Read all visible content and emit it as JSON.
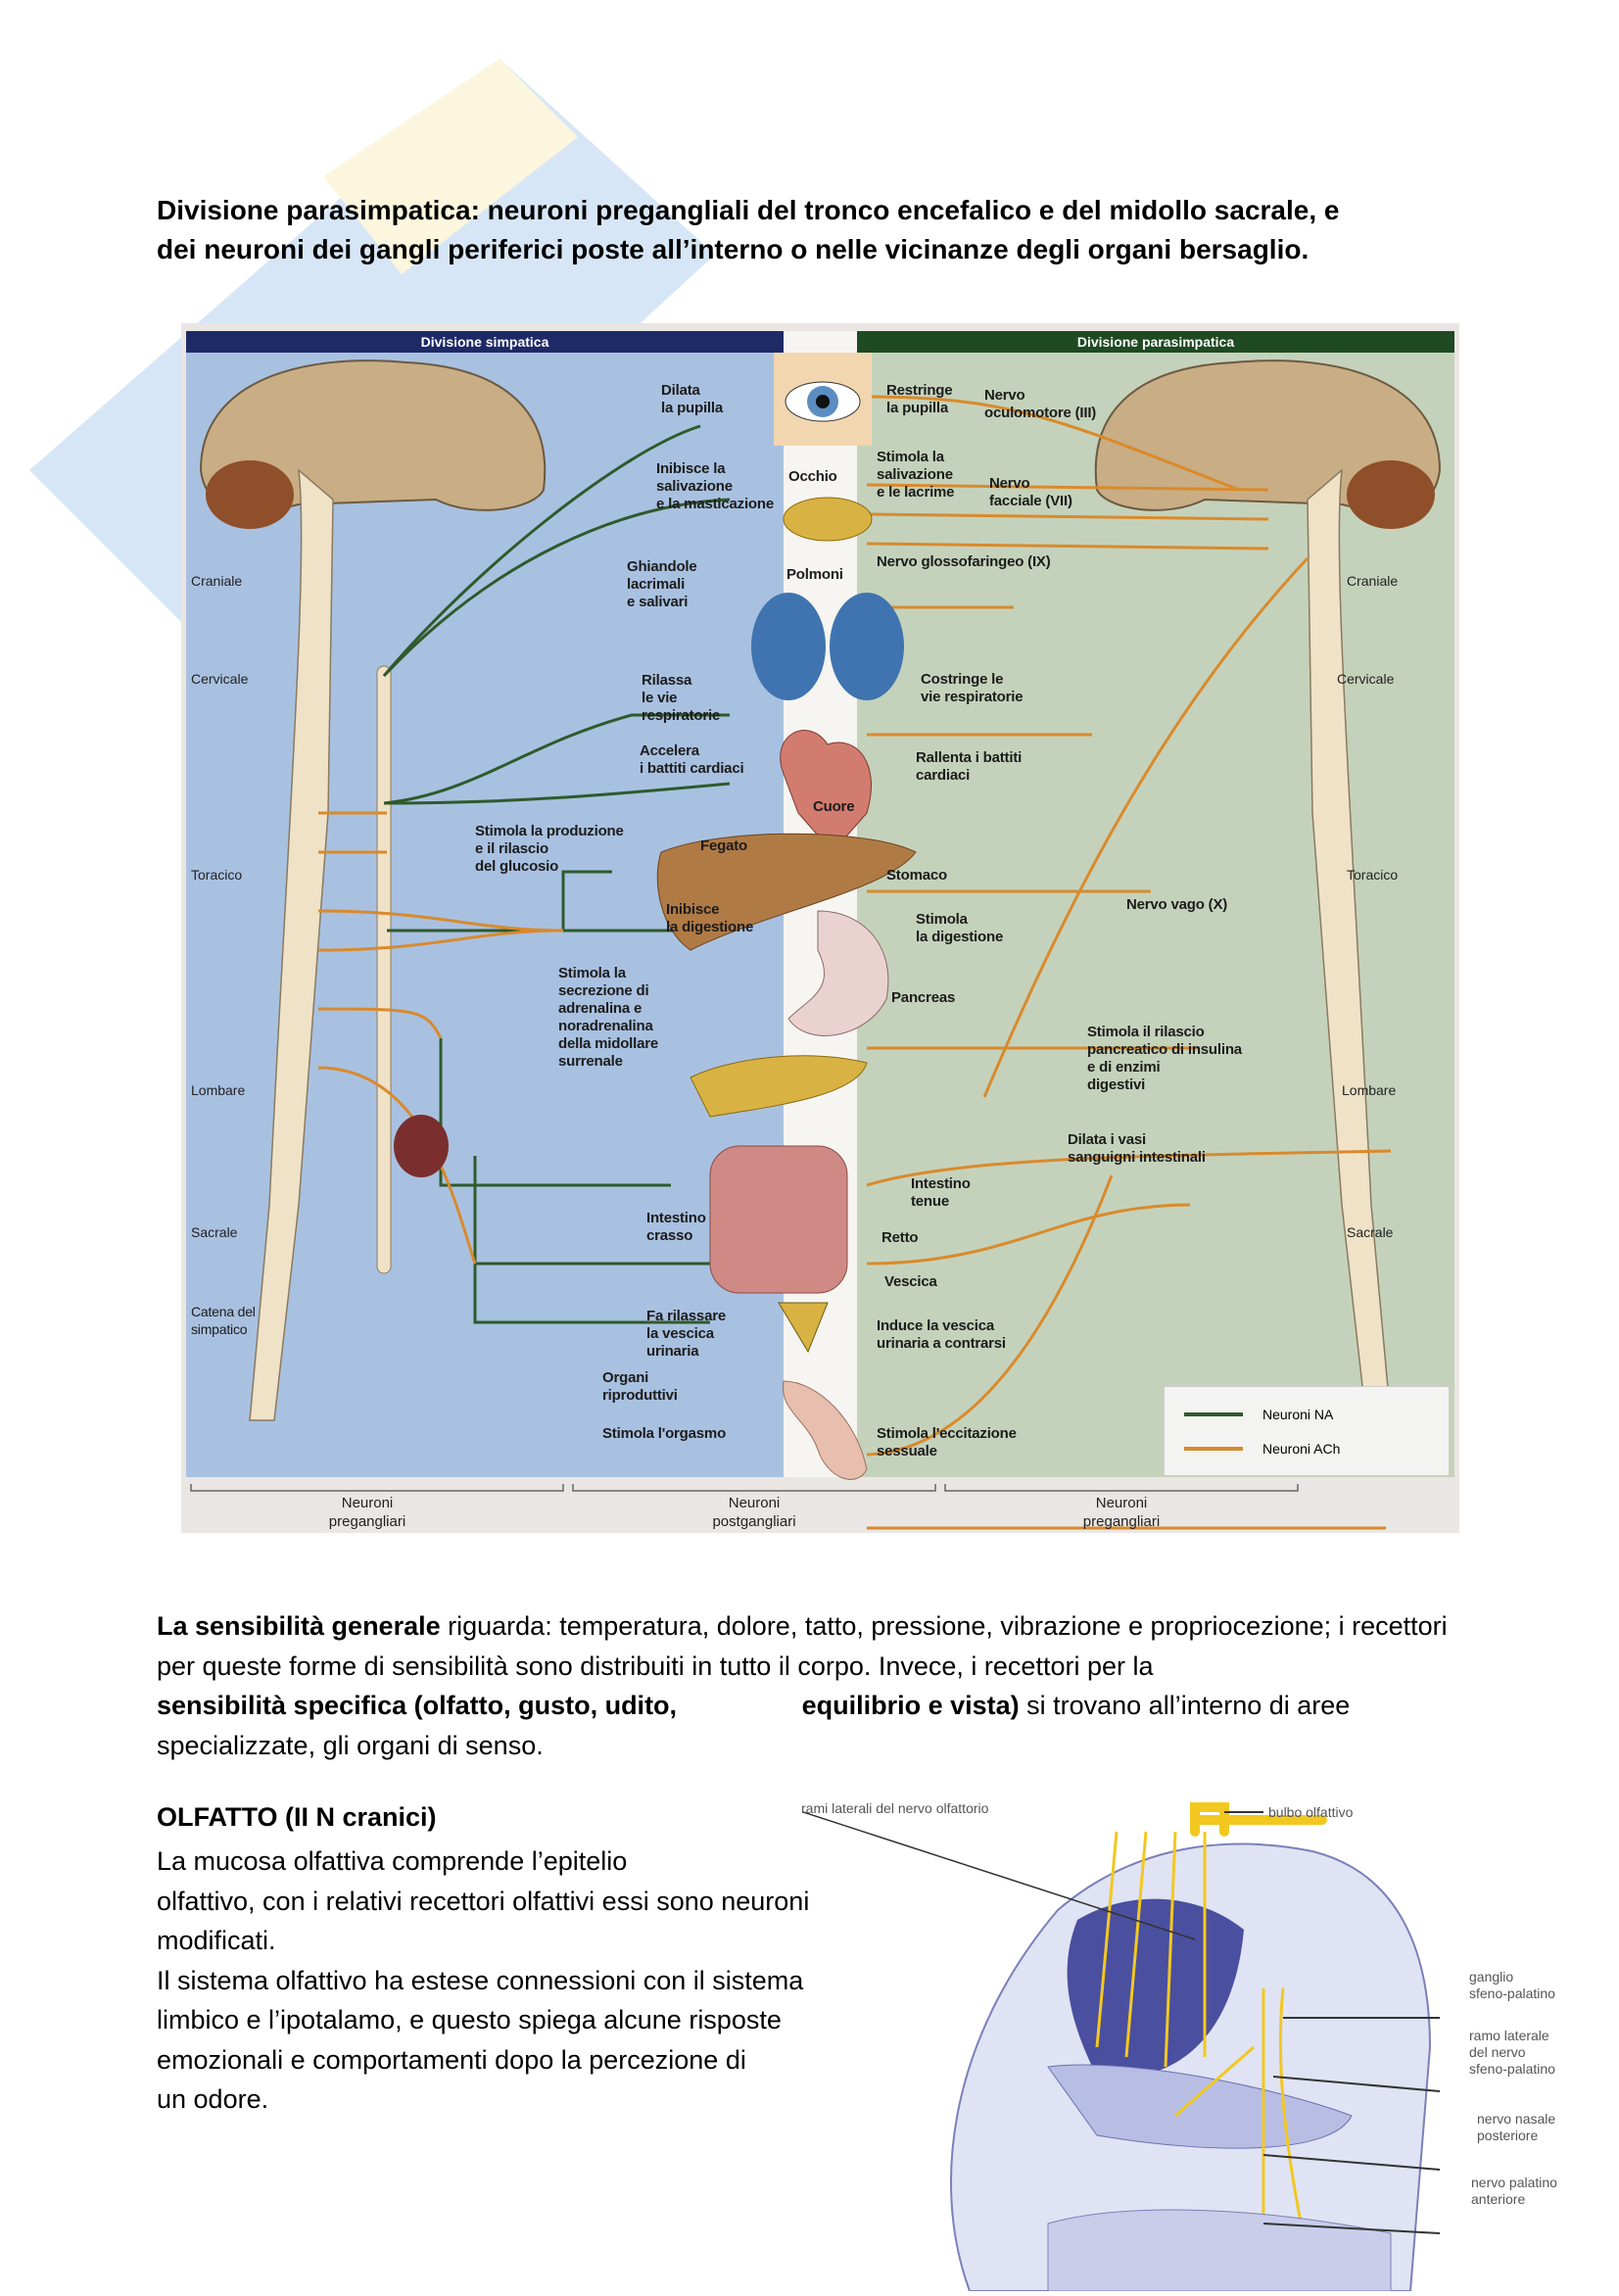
{
  "heading": {
    "line1": "Divisione parasimpatica: neuroni pregangliali del tronco encefalico e del midollo sacrale, e",
    "line2": "dei neuroni dei gangli periferici poste all’interno o nelle vicinanze degli organi bersaglio."
  },
  "diagram": {
    "symp_title": "Divisione simpatica",
    "para_title": "Divisione parasimpatica",
    "regions_left": [
      "Craniale",
      "Cervicale",
      "Toracico",
      "Lombare",
      "Sacrale"
    ],
    "regions_right": [
      "Craniale",
      "Cervicale",
      "Toracico",
      "Lombare",
      "Sacrale"
    ],
    "chain_label": "Catena del\nsimpatico",
    "symp_labels": [
      "Dilata\nla pupilla",
      "Inibisce la\nsalivazione\ne la masticazione",
      "Ghiandole\nlacrimali\ne salivari",
      "Rilassa\nle vie\nrespiratorie",
      "Accelera\ni battiti cardiaci",
      "Stimola la produzione\ne il rilascio\ndel glucosio",
      "Inibisce\nla digestione",
      "Stimola la\nsecrezione di\nadrenalina e\nnoradrenalina\ndella midollare\nsurrenale",
      "Intestino\ncrasso",
      "Fa rilassare\nla vescica\nurinaria",
      "Organi\nriproduttivi",
      "Stimola l'orgasmo"
    ],
    "organ_labels": [
      "Occhio",
      "Polmoni",
      "Cuore",
      "Fegato",
      "Stomaco",
      "Pancreas",
      "Intestino\ntenue",
      "Retto",
      "Vescica"
    ],
    "para_labels": [
      "Restringe\nla pupilla",
      "Nervo\noculomotore (III)",
      "Stimola la\nsalivazione\ne le lacrime",
      "Nervo\nfacciale (VII)",
      "Nervo glossofaringeo (IX)",
      "Costringe le\nvie respiratorie",
      "Rallenta i battiti\ncardiaci",
      "Stimola\nla digestione",
      "Nervo vago (X)",
      "Stimola il rilascio\npancreatico di insulina\ne di enzimi\ndigestivi",
      "Dilata i vasi\nsanguigni intestinali",
      "Induce la vescica\nurinaria a contrarsi",
      "Stimola l'eccitazione\nsessuale"
    ],
    "legend": [
      {
        "label": "Neuroni NA",
        "color": "#2f5a2c"
      },
      {
        "label": "Neuroni ACh",
        "color": "#d98a2c"
      }
    ],
    "brackets": [
      "Neuroni\npregangliari",
      "Neuroni\npostgangliari",
      "Neuroni\npregangliari"
    ]
  },
  "paragraph": {
    "bold1": "La sensibilità generale",
    "text1": " riguarda: temperatura, dolore, tatto, pressione, vibrazione e propriocezione; i recettori per queste forme di sensibilità sono distribuiti in tutto il corpo. Invece, i recettori per la ",
    "bold2": "sensibilità specifica (olfatto, gusto, udito,                 equilibrio e vista)",
    "text2": " si trovano all’interno di aree specializzate, gli organi di senso."
  },
  "olfatto": {
    "title": "OLFATTO (II N cranici)",
    "lines": [
      "La mucosa olfattiva comprende l’epitelio",
      "olfattivo, con i relativi recettori olfattivi essi sono neuroni",
      "modificati.",
      "Il sistema olfattivo ha estese connessioni con il sistema",
      "limbico e l’ipotalamo, e questo spiega alcune risposte",
      "emozionali e comportamenti dopo la percezione di",
      "un odore."
    ],
    "figure_labels": [
      "rami laterali del nervo olfattorio",
      "bulbo olfattivo",
      "ganglio\nsfeno-palatino",
      "ramo laterale\ndel nervo\nsfeno-palatino",
      "nervo nasale\nposteriore",
      "nervo palatino\nanteriore"
    ]
  },
  "colors": {
    "symp_header": "#1e2a66",
    "para_header": "#1f4a22",
    "symp_bg": "#a9c1e1",
    "para_bg": "#c5d2bb",
    "nerve_na": "#2f5a2c",
    "nerve_ach": "#d98a2c"
  }
}
